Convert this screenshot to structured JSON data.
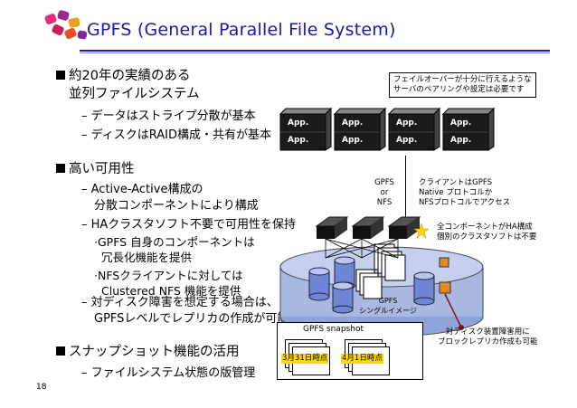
{
  "slide": {
    "title": "GPFS (General Parallel File System)",
    "number": "18"
  },
  "bullets": {
    "b1_line1": "約20年の実績のある",
    "b1_line2": "並列ファイルシステム",
    "b1_sub1": "– データはストライプ分散が基本",
    "b1_sub2": "– ディスクはRAID構成・共有が基本",
    "b2": "高い可用性",
    "b2_sub1_l1": "– Active-Active構成の",
    "b2_sub1_l2": "分散コンポーネントにより構成",
    "b2_sub2": "– HAクラスタソフト不要で可用性を保持",
    "b2_sub2_a_l1": "·GPFS 自身のコンポーネントは",
    "b2_sub2_a_l2": "冗長化機能を提供",
    "b2_sub2_b_l1": "·NFSクライアントに対しては",
    "b2_sub2_b_l2": "Clustered NFS 機能を提供",
    "b2_sub3_l1": "– 対ディスク障害を想定する場合は、",
    "b2_sub3_l2": "GPFSレベルでレプリカの作成が可能",
    "b3": "スナップショット機能の活用",
    "b3_sub1": "– ファイルシステム状態の版管理"
  },
  "diagram": {
    "failover_note_l1": "フェイルオーバーが十分に行えるような",
    "failover_note_l2": "サーバのペアリングや設定は必要です",
    "app_label": "App.",
    "gpfs_nfs_l1": "GPFS",
    "gpfs_nfs_l2": "or",
    "gpfs_nfs_l3": "NFS",
    "client_note_l1": "クライアントはGPFS",
    "client_note_l2": "Native プロトコルか",
    "client_note_l3": "NFSプロトコルでアクセス",
    "ha_note_l1": "全コンポーネントがHA構成",
    "ha_note_l2": "個別のクラスタソフトは不要",
    "single_image_l1": "GPFS",
    "single_image_l2": "シングルイメージ",
    "replica_note_l1": "対ディスク装置障害用に",
    "replica_note_l2": "ブロックレプリカ作成も可能",
    "snapshot_label": "GPFS snapshot",
    "snapshot_1": "3月31日時点",
    "snapshot_2": "4月1日時点"
  },
  "colors": {
    "title": "#1a1aa6",
    "disk_pool": "#a8b8e0",
    "cylinder": "#6f86d6",
    "replica_orange": "#e08a2a",
    "highlight_yellow": "#ffd800",
    "arrow_dark_red": "#801020"
  }
}
